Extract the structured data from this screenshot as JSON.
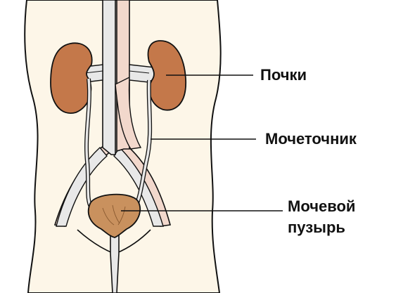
{
  "labels": {
    "kidneys": "Почки",
    "ureter": "Мочеточник",
    "bladder_line1": "Мочевой",
    "bladder_line2": "пузырь"
  },
  "colors": {
    "skin": "#FDF6E8",
    "kidney": "#C4784A",
    "bladder": "#C9915E",
    "vessel_light": "#E8E8E8",
    "vessel_pink": "#F2D8CC",
    "outline": "#111111"
  }
}
